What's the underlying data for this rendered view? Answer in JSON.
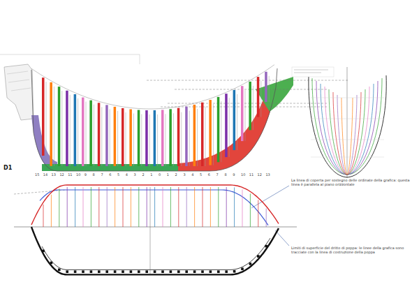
{
  "diagram": {
    "labels": [
      "D1",
      "La linea di coperta per sostegno delle ordinate della grafica: questa linea è parallela al piano orizzontale",
      "Limiti di superficie del dritto di poppa: le linee della grafica sono tracciate con la linea di costruzione della poppa",
      "15",
      "14",
      "13",
      "12",
      "11",
      "10",
      "9",
      "8",
      "7",
      "6",
      "5",
      "4",
      "3",
      "2",
      "1",
      "0",
      "1",
      "2",
      "3",
      "4",
      "5",
      "6",
      "7",
      "8",
      "9",
      "10",
      "11",
      "12",
      "13"
    ]
  }
}
